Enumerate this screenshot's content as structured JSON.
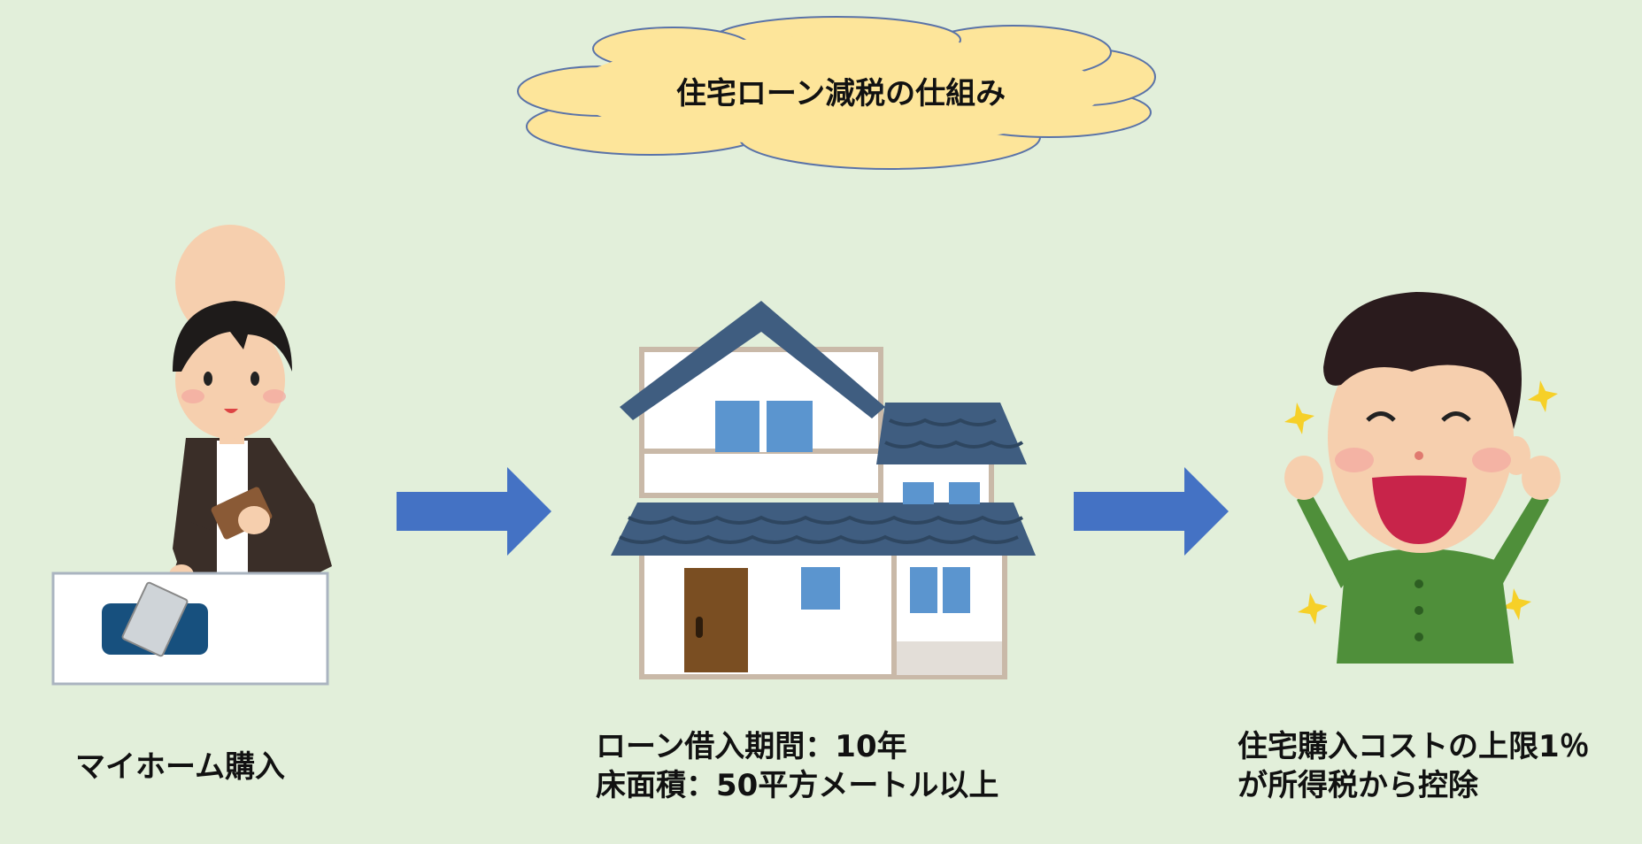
{
  "title": "住宅ローン減税の仕組み",
  "steps": [
    {
      "lines": [
        "マイホーム購入"
      ]
    },
    {
      "lines": [
        "ローン借入期間：10年",
        "床面積：50平方メートル以上"
      ]
    },
    {
      "lines": [
        "住宅購入コストの上限1％",
        "が所得税から控除"
      ]
    }
  ],
  "colors": {
    "background": "#e2efda",
    "cloud_fill": "#fde59a",
    "cloud_stroke": "#5a73a8",
    "arrow": "#4472c4",
    "roof": "#3f5d80"
  },
  "icons": [
    "person-paying-icon",
    "house-icon",
    "happy-person-icon",
    "arrow-right-icon"
  ]
}
